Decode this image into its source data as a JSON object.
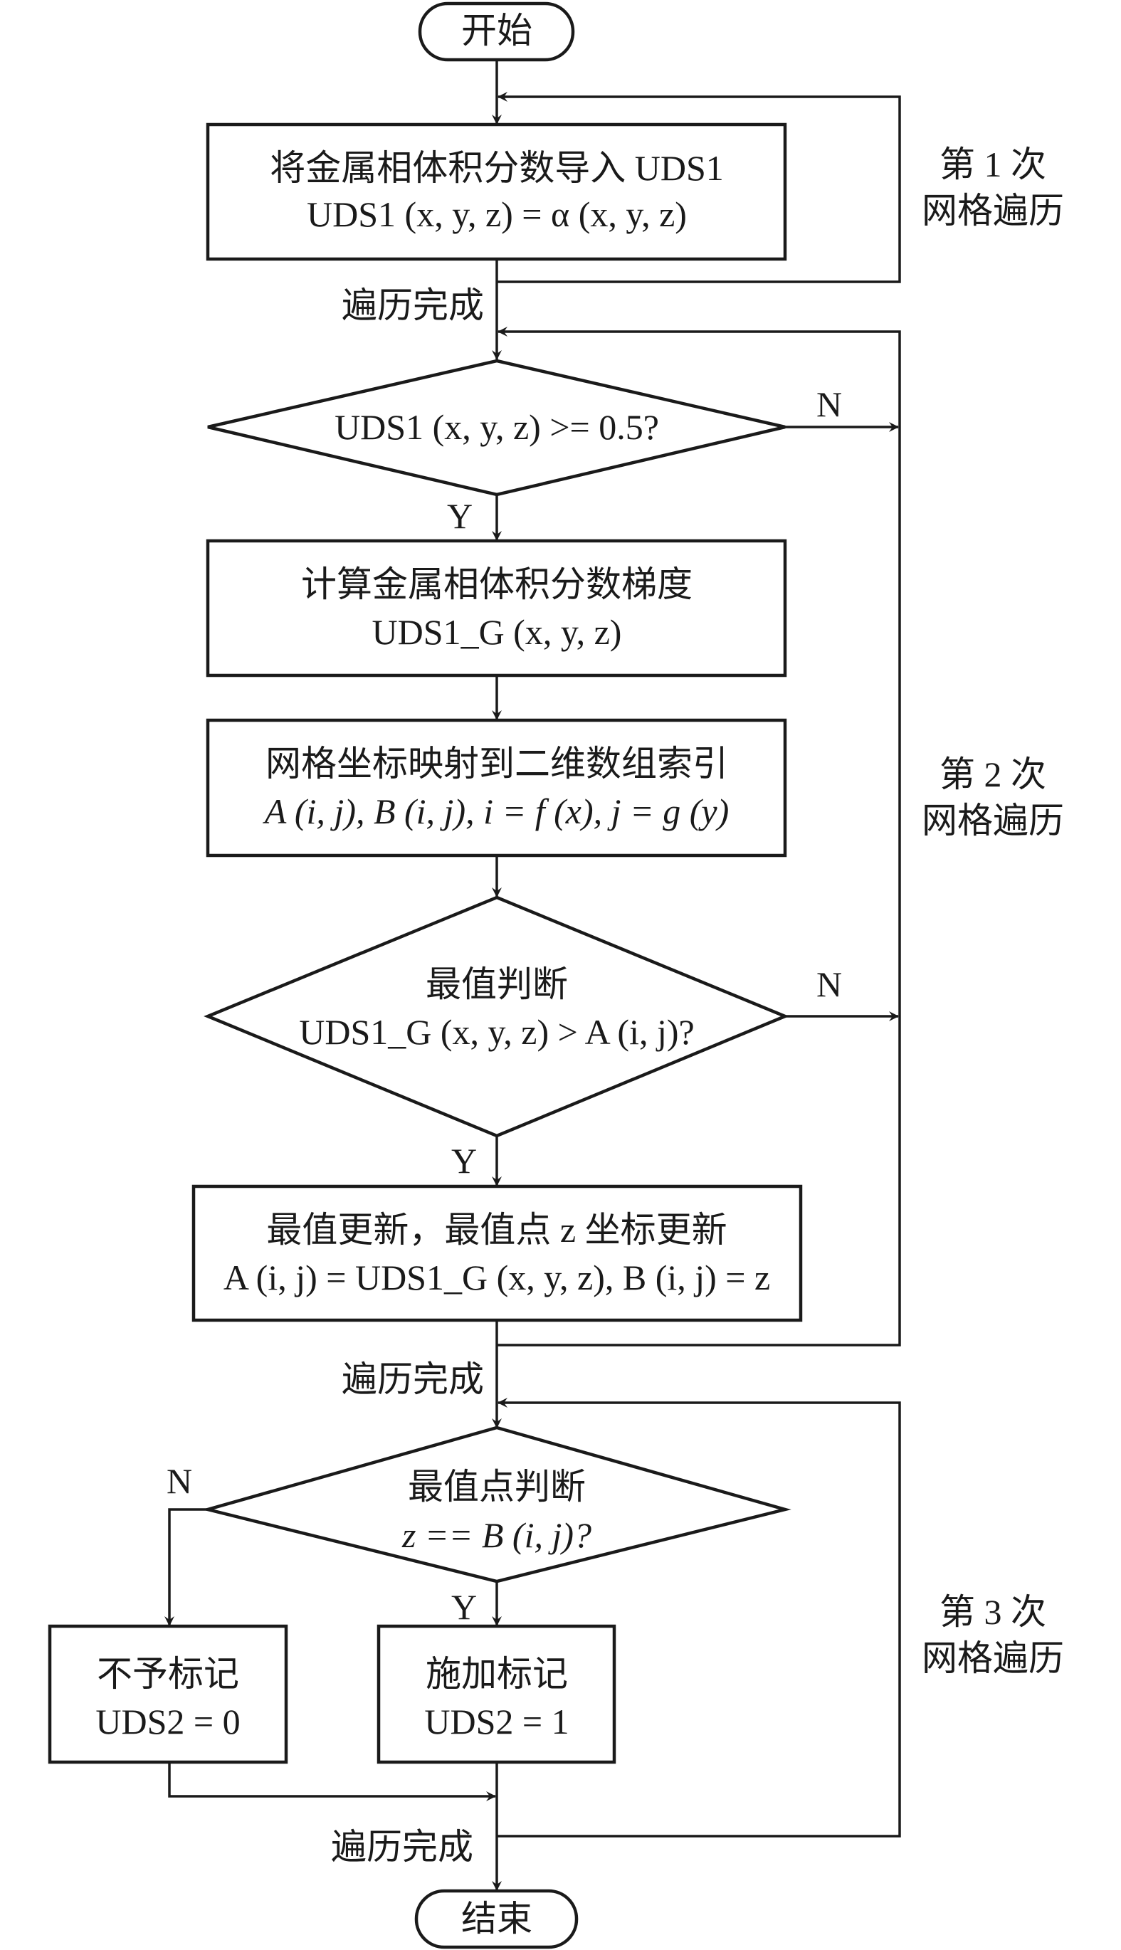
{
  "nodes": {
    "start": {
      "label": "开始"
    },
    "import_box": {
      "line1": "将金属相体积分数导入 UDS1",
      "line2": "UDS1 (x, y, z) = α (x, y, z)"
    },
    "threshold_decision": {
      "line1": "UDS1 (x, y, z) >= 0.5?"
    },
    "gradient_box": {
      "line1": "计算金属相体积分数梯度",
      "line2": "UDS1_G (x, y, z)"
    },
    "mapping_box": {
      "line1": "网格坐标映射到二维数组索引",
      "line2": "A (i, j), B (i, j), i = f (x), j = g (y)"
    },
    "max_decision": {
      "line1": "最值判断",
      "line2": "UDS1_G (x, y, z) > A (i, j)?"
    },
    "update_box": {
      "line1": "最值更新，最值点 z 坐标更新",
      "line2": "A (i, j) = UDS1_G (x, y, z), B (i, j) = z"
    },
    "point_decision": {
      "line1": "最值点判断",
      "line2": "z == B (i, j)?"
    },
    "no_mark_box": {
      "line1": "不予标记",
      "line2": "UDS2 = 0"
    },
    "mark_box": {
      "line1": "施加标记",
      "line2": "UDS2 = 1"
    },
    "end": {
      "label": "结束"
    }
  },
  "edge_labels": {
    "done1": "遍历完成",
    "done2": "遍历完成",
    "done3": "遍历完成",
    "yes1": "Y",
    "no1": "N",
    "yes2": "Y",
    "no2": "N",
    "yes3": "Y",
    "no3": "N"
  },
  "loop_labels": [
    {
      "line1": "第 1 次",
      "line2": "网格遍历"
    },
    {
      "line1": "第 2 次",
      "line2": "网格遍历"
    },
    {
      "line1": "第 3 次",
      "line2": "网格遍历"
    }
  ]
}
